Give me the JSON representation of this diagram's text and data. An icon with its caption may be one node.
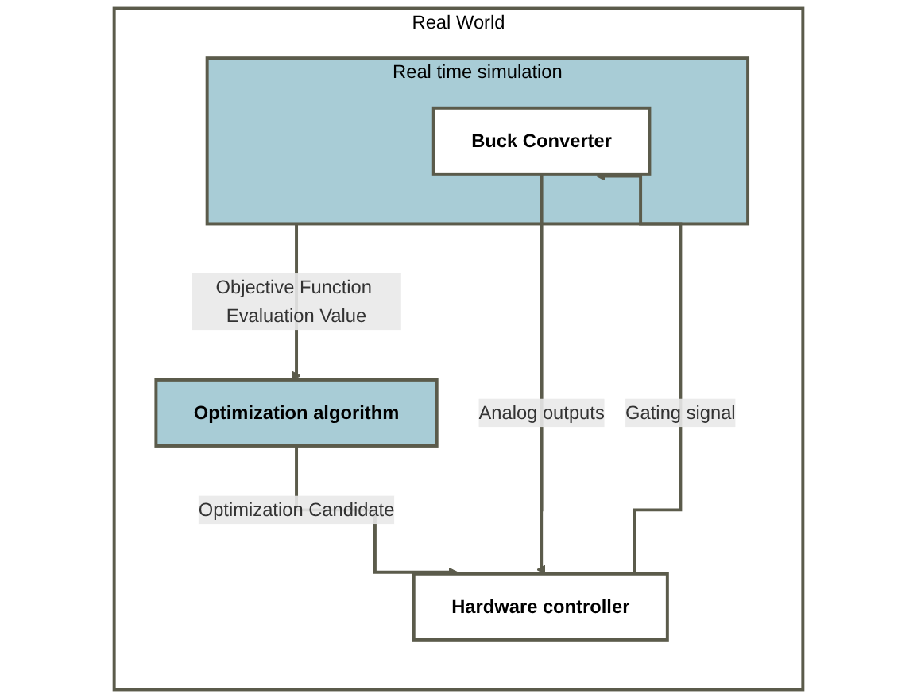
{
  "diagram": {
    "nodes": [
      {
        "text": [
          "Real World"
        ]
      },
      {
        "text": [
          "Optimization algorithm"
        ],
        "in": 0
      },
      {
        "text": [
          "Hardware controller"
        ],
        "in": 0
      },
      {
        "text": [
          "Real time simulation"
        ],
        "in": 0
      },
      {
        "text": [
          "Buck Converter"
        ],
        "in": 3
      }
    ],
    "edges": [
      {
        "from": 1,
        "to": 2,
        "arrow": "to",
        "label": "Optimization Candidate"
      },
      {
        "from": 2,
        "to": 4,
        "arrow": "to",
        "label": "Gating signal"
      },
      {
        "from": 4,
        "to": 2,
        "arrow": "to",
        "label": "Analog outputs"
      },
      {
        "from": 3,
        "to": 1,
        "arrow": "to",
        "label": "Objective Function Evaluation Value"
      }
    ]
  }
}
